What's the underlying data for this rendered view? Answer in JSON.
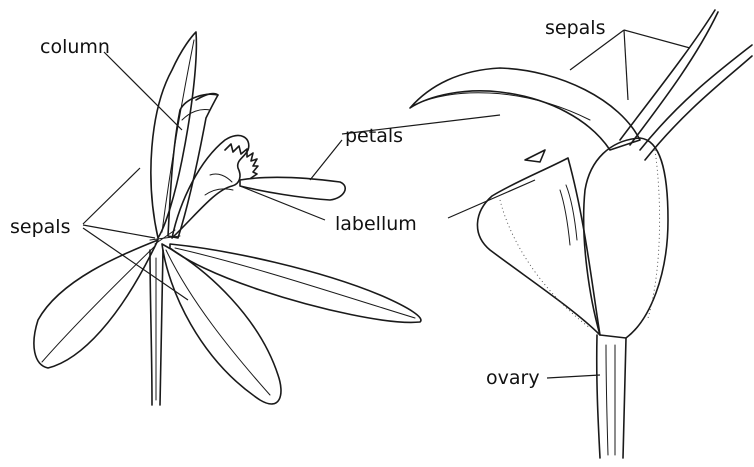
{
  "labels": {
    "column": "column",
    "sepals_left": "sepals",
    "petals": "petals",
    "labellum": "labellum",
    "sepals_right": "sepals",
    "ovary": "ovary"
  },
  "colors": {
    "ink": "#1a1a1a",
    "background": "#ffffff"
  }
}
